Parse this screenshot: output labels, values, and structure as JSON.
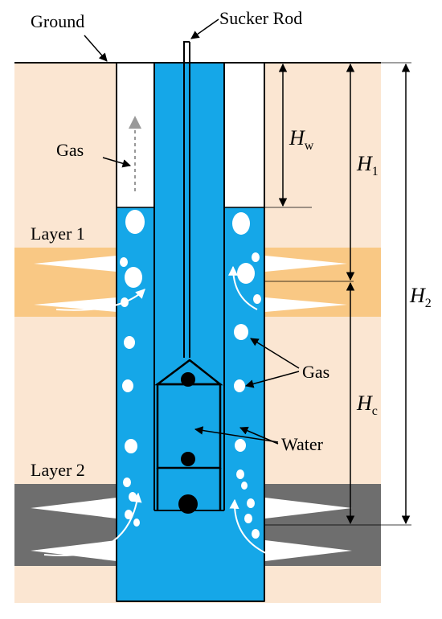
{
  "labels": {
    "ground": "Ground",
    "sucker_rod": "Sucker Rod",
    "gas_top": "Gas",
    "layer1": "Layer 1",
    "layer2": "Layer 2",
    "gas_side": "Gas",
    "water": "Water"
  },
  "dimensions": {
    "hw": {
      "main": "H",
      "sub": "w"
    },
    "h1": {
      "main": "H",
      "sub": "1"
    },
    "h2": {
      "main": "H",
      "sub": "2"
    },
    "hc": {
      "main": "H",
      "sub": "c"
    }
  },
  "colors": {
    "formation": "#FBE6D2",
    "layer1": "#F9C884",
    "layer2": "#6E6E6E",
    "water": "#15A7E8",
    "gas_space": "#FFFFFF",
    "line": "#000000"
  }
}
